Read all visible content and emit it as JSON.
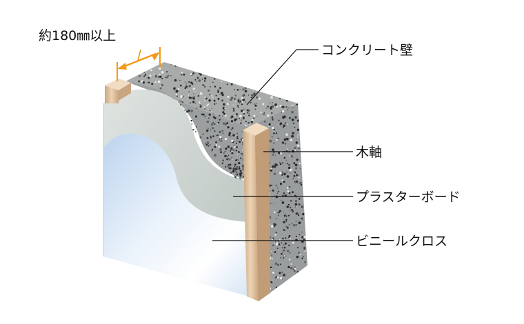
{
  "thickness_note": "約180㎜以上",
  "labels": {
    "concrete": "コンクリート壁",
    "wood": "木軸",
    "plasterboard": "プラスターボード",
    "vinyl": "ビニールクロス"
  },
  "colors": {
    "concrete": "#a4a6a6",
    "concrete_dark": "#7f8283",
    "wood": "#e4c7a6",
    "plaster": "#c9d0cd",
    "vinyl": "#cfe0f1",
    "arrow": "#f29a19"
  }
}
